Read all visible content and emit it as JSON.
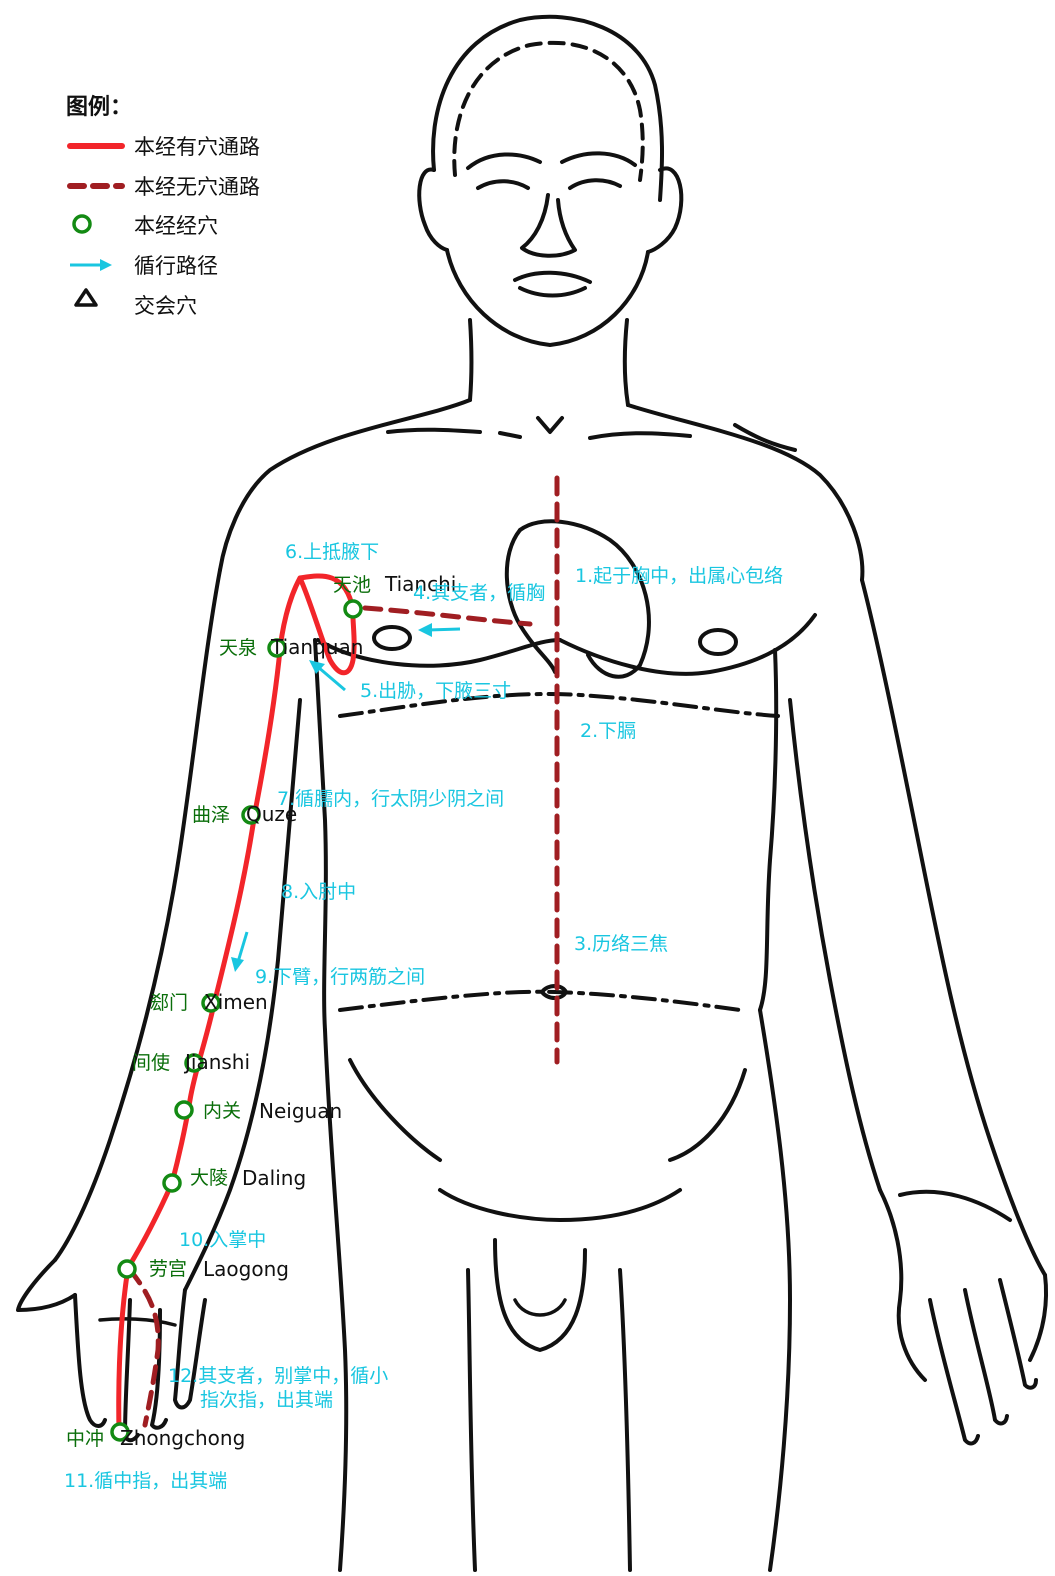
{
  "legend": {
    "title": "图例：",
    "items": [
      {
        "label": "本经有穴通路",
        "icon": "solid-red-line-icon"
      },
      {
        "label": "本经无穴通路",
        "icon": "dashed-dark-red-line-icon"
      },
      {
        "label": "本经经穴",
        "icon": "green-circle-icon"
      },
      {
        "label": "循行路径",
        "icon": "cyan-arrow-icon"
      },
      {
        "label": "交会穴",
        "icon": "black-triangle-icon"
      }
    ]
  },
  "acupoints": [
    {
      "zh": "天池",
      "en": "Tianchi"
    },
    {
      "zh": "天泉",
      "en": "Tianquan"
    },
    {
      "zh": "曲泽",
      "en": "Quze"
    },
    {
      "zh": "郄门",
      "en": "Ximen"
    },
    {
      "zh": "间使",
      "en": "Jianshi"
    },
    {
      "zh": "内关",
      "en": "Neiguan"
    },
    {
      "zh": "大陵",
      "en": "Daling"
    },
    {
      "zh": "劳宫",
      "en": "Laogong"
    },
    {
      "zh": "中冲",
      "en": "Zhongchong"
    }
  ],
  "steps": [
    "1.起于胸中，出属心包络",
    "2.下膈",
    "3.历络三焦",
    "4.其支者，循胸",
    "5.出胁，下腋三寸",
    "6.上抵腋下",
    "7.循臑内，行太阴少阴之间",
    "8.入肘中",
    "9.下臂，行两筋之间",
    "10.入掌中",
    "11.循中指，出其端",
    "12.其支者，别掌中，循小",
    "指次指，出其端"
  ],
  "colors": {
    "channel_solid": "#f2252a",
    "channel_dashed": "#a01e22",
    "acupoint": "#138a13",
    "step_text": "#19c6e0",
    "outline": "#111111"
  }
}
